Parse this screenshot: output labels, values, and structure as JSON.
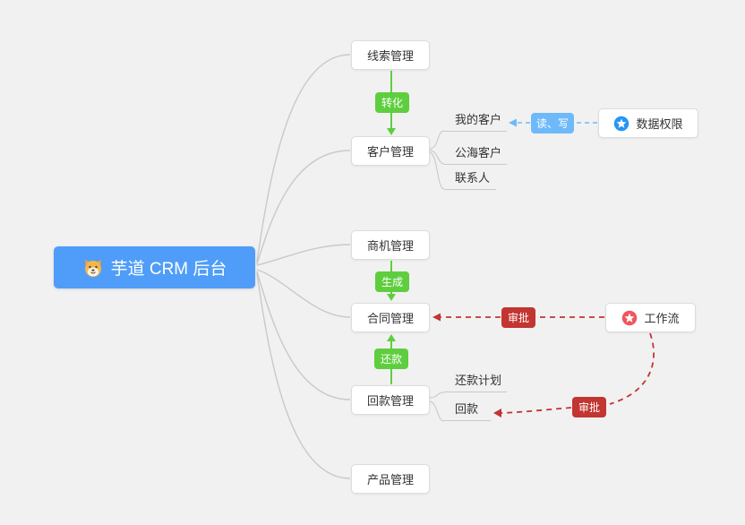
{
  "colors": {
    "background": "#f1f1f1",
    "root_blue": "#4f9df8",
    "green": "#5fce3e",
    "badge_blue": "#6db9fa",
    "badge_red": "#c23531",
    "icon_blue": "#2496f5",
    "icon_red": "#f0565e",
    "line_gray": "#c9c9c9",
    "node_border": "#dcdcdc",
    "text": "#333333"
  },
  "root": {
    "label": "芋道 CRM 后台",
    "icon": "dog-face-icon"
  },
  "branches": {
    "lead": {
      "label": "线索管理"
    },
    "customer": {
      "label": "客户管理"
    },
    "business": {
      "label": "商机管理"
    },
    "contract": {
      "label": "合同管理"
    },
    "receivable": {
      "label": "回款管理"
    },
    "product": {
      "label": "产品管理"
    }
  },
  "customer_children": {
    "my": {
      "label": "我的客户"
    },
    "public": {
      "label": "公海客户"
    },
    "contact": {
      "label": "联系人"
    }
  },
  "receivable_children": {
    "plan": {
      "label": "还款计划"
    },
    "receipt": {
      "label": "回款"
    }
  },
  "badges": {
    "convert": {
      "label": "转化"
    },
    "generate": {
      "label": "生成"
    },
    "repay": {
      "label": "还款"
    },
    "read_write": {
      "label": "读、写"
    },
    "approve_contract": {
      "label": "审批"
    },
    "approve_receipt": {
      "label": "审批"
    }
  },
  "side_nodes": {
    "data_permission": {
      "label": "数据权限",
      "icon": "star-icon"
    },
    "workflow": {
      "label": "工作流",
      "icon": "star-icon"
    }
  }
}
